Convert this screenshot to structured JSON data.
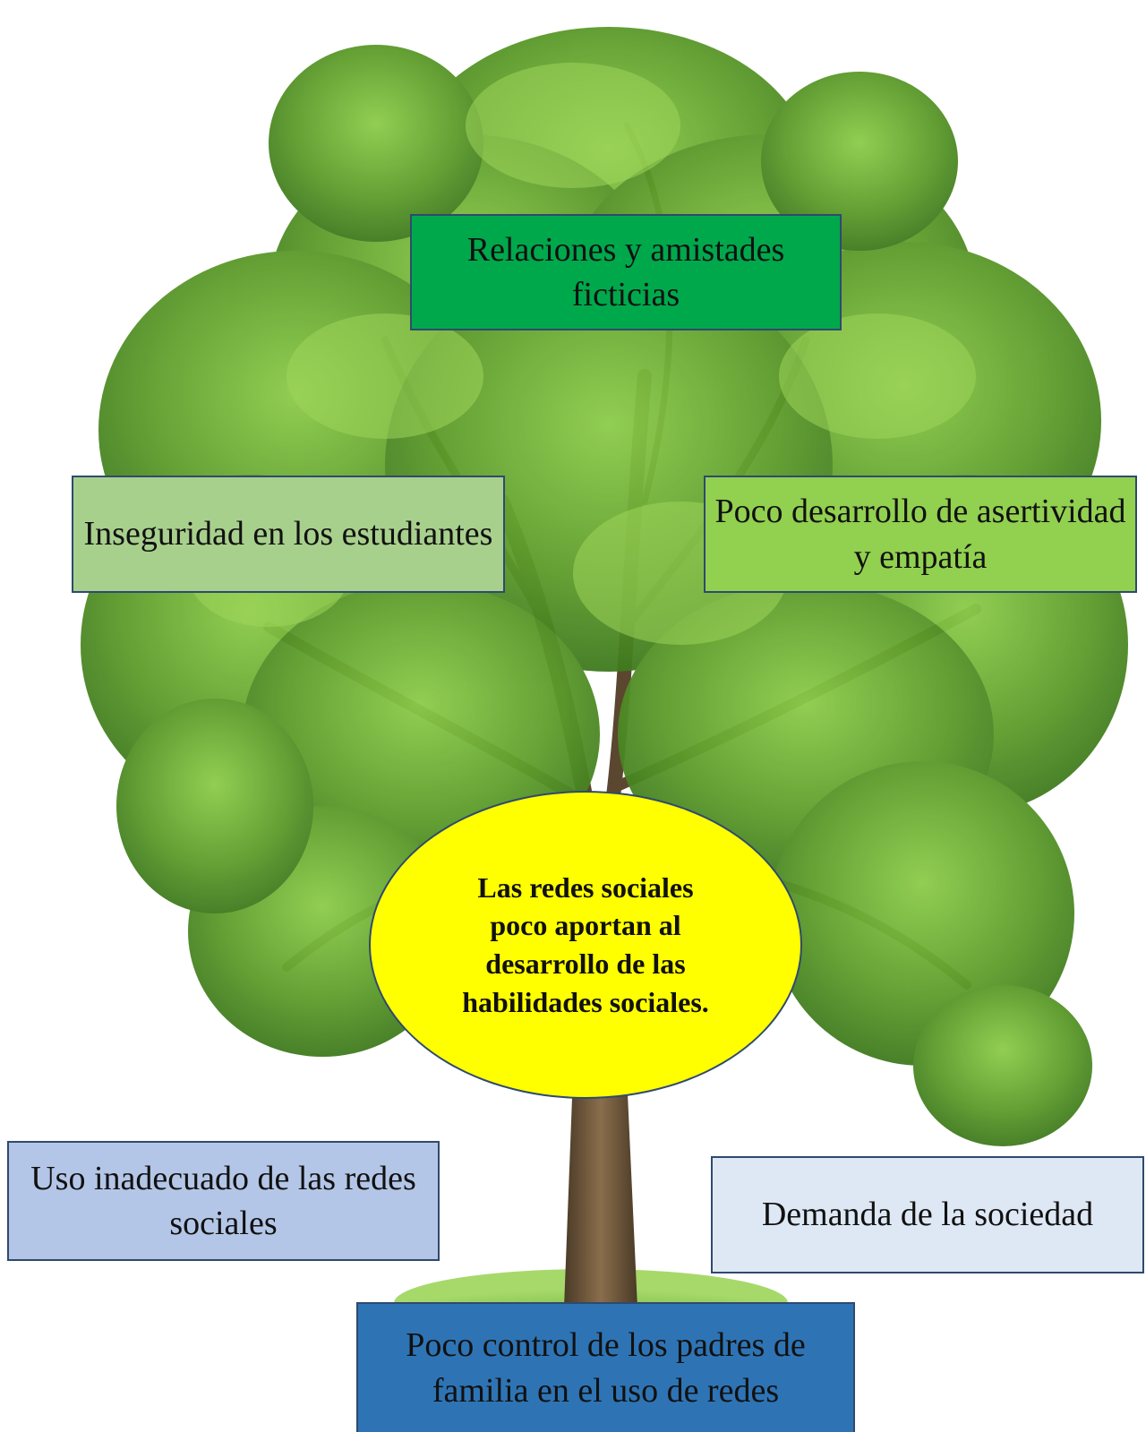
{
  "diagram": {
    "effects": {
      "top": "Relaciones y amistades ficticias",
      "left": "Inseguridad en los estudiantes",
      "right": "Poco desarrollo de asertividad y empatía"
    },
    "problem": "Las redes sociales poco aportan al desarrollo de las habilidades sociales.",
    "causes": {
      "left": "Uso inadecuado de las redes sociales",
      "right": "Demanda de la sociedad",
      "bottom": "Poco control de los padres de familia en el uso de redes"
    }
  },
  "colors": {
    "effect_top": "#00a84c",
    "effect_left": "#a8d08d",
    "effect_right": "#92d050",
    "problem": "#ffff00",
    "cause_left": "#b4c6e7",
    "cause_right": "#dee8f5",
    "cause_bottom": "#2e74b5",
    "foliage": "#5f9e2c",
    "trunk": "#6b5336",
    "grass": "#7cc242"
  }
}
